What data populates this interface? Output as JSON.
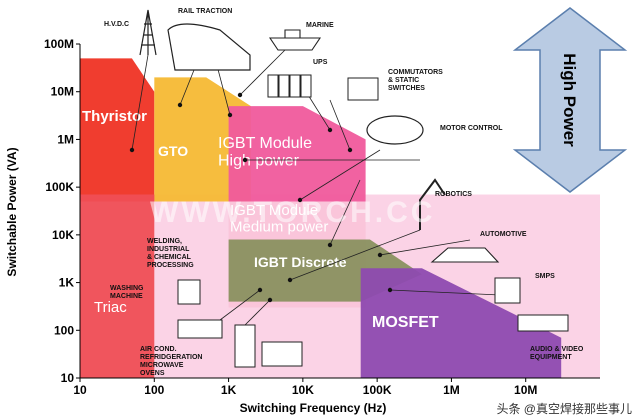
{
  "chart_data": {
    "type": "area",
    "xlabel": "Switching Frequency (Hz)",
    "ylabel": "Switchable Power (VA)",
    "x_scale": "log",
    "y_scale": "log",
    "xlim": [
      10,
      100000000
    ],
    "ylim": [
      10,
      100000000
    ],
    "x_ticks": [
      "10",
      "100",
      "1K",
      "10K",
      "100K",
      "1M",
      "10M"
    ],
    "y_ticks": [
      "10",
      "100",
      "1K",
      "10K",
      "100K",
      "1M",
      "10M",
      "100M"
    ],
    "regions": [
      {
        "name": "Thyristor",
        "color": "#ef3324",
        "polygon": [
          [
            10,
            50000000
          ],
          [
            50,
            50000000
          ],
          [
            100,
            10000000
          ],
          [
            100,
            50000
          ],
          [
            10,
            50000
          ]
        ]
      },
      {
        "name": "GTO",
        "color": "#f6b934",
        "polygon": [
          [
            100,
            20000000
          ],
          [
            500,
            20000000
          ],
          [
            2000,
            5000000
          ],
          [
            2000,
            50000
          ],
          [
            100,
            50000
          ]
        ]
      },
      {
        "name": "IGBT Module",
        "color": "#f05a9c",
        "polygon": [
          [
            1000,
            5000000
          ],
          [
            10000,
            5000000
          ],
          [
            70000,
            1000000
          ],
          [
            70000,
            50000
          ],
          [
            1000,
            50000
          ]
        ]
      },
      {
        "name": "IGBT Module",
        "color": "#f9c3d8",
        "polygon": [
          [
            1000,
            50000
          ],
          [
            70000,
            50000
          ],
          [
            70000,
            300
          ],
          [
            1000,
            300
          ]
        ]
      },
      {
        "name": "IGBT Discrete",
        "color": "#8a9160",
        "polygon": [
          [
            1000,
            8000
          ],
          [
            80000,
            8000
          ],
          [
            400000,
            1500
          ],
          [
            60000,
            400
          ],
          [
            1000,
            400
          ]
        ]
      },
      {
        "name": "Triac",
        "color": "#ef4e55",
        "polygon": [
          [
            10,
            70000
          ],
          [
            100,
            70000
          ],
          [
            100,
            10
          ],
          [
            10,
            10
          ]
        ]
      },
      {
        "name": "MOSFET",
        "color": "#8e4ab0",
        "polygon": [
          [
            60000,
            2000
          ],
          [
            400000,
            2000
          ],
          [
            30000000,
            70
          ],
          [
            30000000,
            10
          ],
          [
            60000,
            10
          ]
        ]
      }
    ],
    "region_labels": [
      "Thyristor",
      "GTO",
      "IGBT Module\nHigh power",
      "IGBT Module\nMedium power",
      "IGBT Discrete",
      "Triac",
      "MOSFET"
    ],
    "application_labels": [
      "H.V.D.C",
      "RAIL TRACTION",
      "MARINE",
      "UPS",
      "COMMUTATORS\n& STATIC\nSWITCHES",
      "MOTOR CONTROL",
      "ROBOTICS",
      "WELDING,\nINDUSTRIAL\n& CHEMICAL\nPROCESSING",
      "WASHING\nMACHINE",
      "AUTOMOTIVE",
      "SMPS",
      "AIR COND.\nREFRIDGERATION\nMICROWAVE\nOVENS",
      "AUDIO & VIDEO\nEQUIPMENT"
    ],
    "side_label": "High Power",
    "watermark": "WWW.TORCH.CC",
    "footer_note": "头条 @真空焊接那些事儿",
    "colors": {
      "background_band": "#fbd3e6",
      "arrow_fill": "#b9cbe3",
      "arrow_stroke": "#5b7fae",
      "axis": "#000000"
    }
  }
}
